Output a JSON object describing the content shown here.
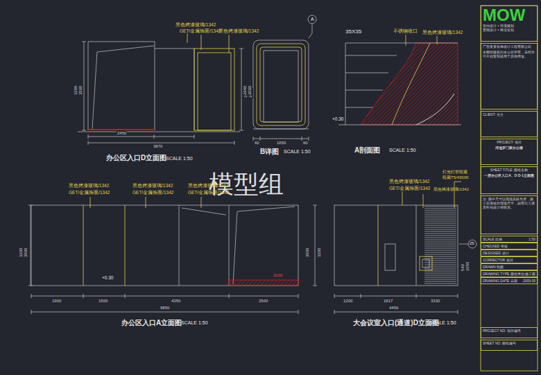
{
  "diagram": {
    "nodes": [
      {
        "text": [
          "MOW",
          "室内设计 • 环境规划",
          "景观设计 • 商业策划"
        ]
      },
      {
        "text": [
          "广西某某装饰设计工程有限公司",
          "本图纸版权归本公司所有，未经许可不得复制或用于其他用途。"
        ]
      },
      {
        "text": [
          "CLIENT: 业主"
        ]
      },
      {
        "text": [
          "PROJECT: 项目",
          "河池罗门家办公楼"
        ]
      },
      {
        "text": [
          "SHEET TITLE: 图纸名称",
          "一层办公区入口A、D D-1立面图"
        ]
      },
      {
        "text": [
          "注: 图中尺寸以现场实际为准，施工前请核对现场尺寸，如有出入请及时与设计师联系。"
        ]
      },
      {
        "text": [
          "SCALE 比例",
          "1:50"
        ]
      },
      {
        "text": [
          "CHECKED 审核"
        ]
      },
      {
        "text": [
          "DESIGNED 设计"
        ]
      },
      {
        "text": [
          "CORRECTOR 校对"
        ]
      },
      {
        "text": [
          "DRAWN 制图"
        ]
      },
      {
        "text": [
          "DRAWING TYPE 图纸类别",
          "施工图"
        ]
      },
      {
        "text": [
          "DRAWING DATE 日期",
          "2009.05"
        ]
      },
      {
        "text": [
          "PROJECT NO. 项目编号"
        ]
      },
      {
        "text": [
          "SHEET NO. 图纸编号"
        ]
      }
    ],
    "labels": [
      "模型组",
      "黑色烤漆玻璃/1342",
      "GET/金属饰面/1342",
      "黑色烤漆玻璃/1342",
      "2450",
      "3870",
      "3200",
      "3500",
      "3000",
      "3200",
      "办公区入口D立面图",
      "SCALE 1:50",
      "A",
      "60",
      "1650",
      "60",
      "2940",
      "3000",
      "B详图",
      "SCALE 1:50",
      "35X35",
      "不锈钢收口",
      "黑色烤漆玻璃/1342",
      "+0.30",
      "A剖面图",
      "SCALE 1:50",
      "黑色烤漆玻璃/1342",
      "GET/金属饰面/1342",
      "黑色烤漆玻璃/1342",
      "GET/金属饰面/1342",
      "黑色烤漆玻璃/1342",
      "GET/金属饰面/1342",
      "+0.30",
      "2100",
      "1900",
      "1500",
      "4350",
      "2500",
      "9850",
      "3200",
      "3500",
      "3500",
      "3200",
      "办公区入口A立面图",
      "SCALE 1:50",
      "黑色烤漆玻璃/1342",
      "GET/金属饰面/1342",
      "灯光灯带暗藏",
      "暗藏T5/4300K",
      "黑色烤漆玻璃/1342",
      "25",
      "540",
      "2650",
      "1200",
      "1817",
      "3330",
      "4450",
      "大会议室入口(通道)D立面图",
      "SCALE 1:50"
    ]
  }
}
